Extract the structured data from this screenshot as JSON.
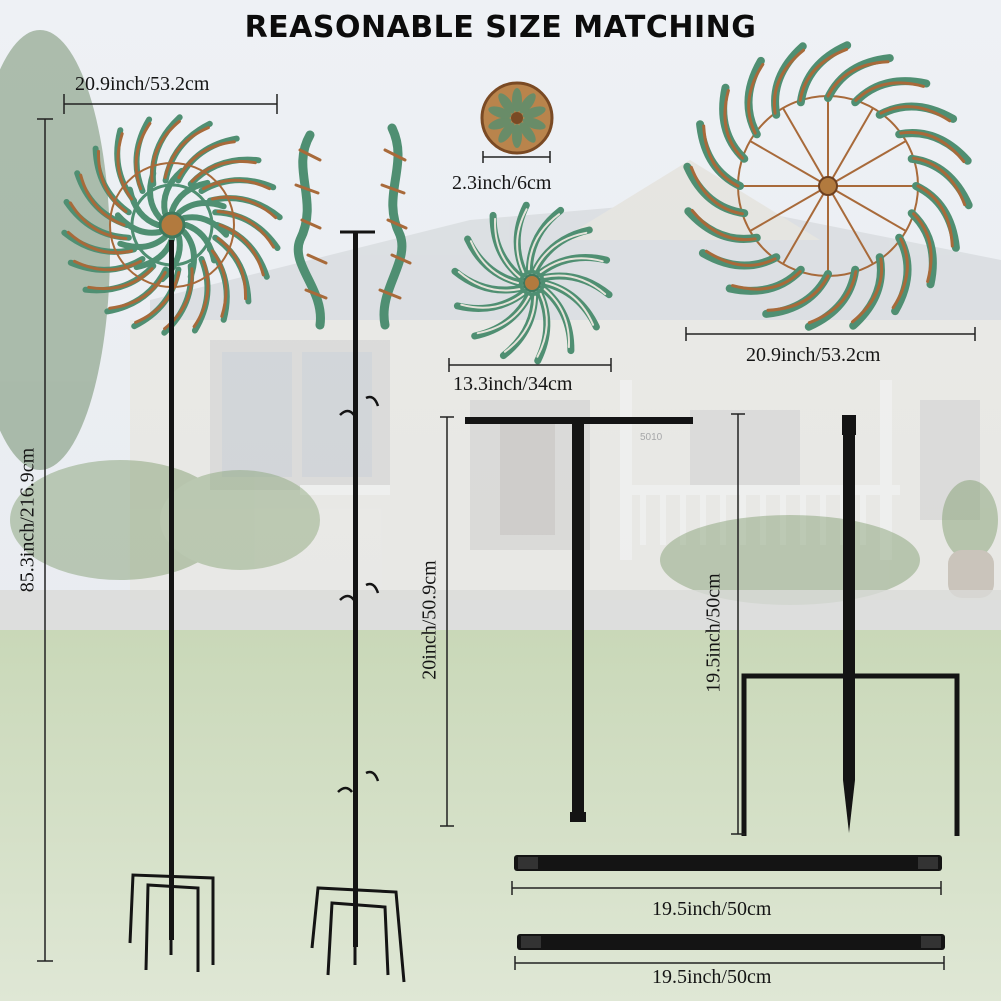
{
  "title": "REASONABLE SIZE MATCHING",
  "house_number": "5010",
  "colors": {
    "patina": "#4f8f72",
    "copper": "#a86a3a",
    "metal": "#141414",
    "sky": "#e9edf2",
    "lawn": "#cfdcc0",
    "house": "#e6e3da"
  },
  "labels": {
    "spinner_large_width": "20.9inch/53.2cm",
    "total_height": "85.3inch/216.9cm",
    "center_disc": "2.3inch/6cm",
    "spinner_small": "13.3inch/34cm",
    "spinner_large_detail": "20.9inch/53.2cm",
    "tpole_height": "20inch/50.9cm",
    "stake_height": "19.5inch/50cm",
    "rod_1": "19.5inch/50cm",
    "rod_2": "19.5inch/50cm"
  }
}
